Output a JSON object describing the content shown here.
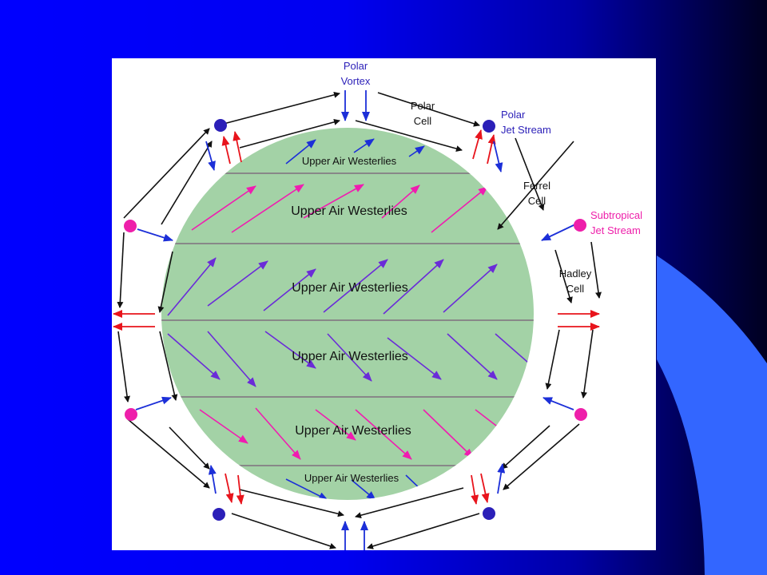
{
  "colors": {
    "background_blue": "#0000ff",
    "background_dark": "#000020",
    "accent_light_blue": "#3366ff",
    "globe_fill": "#a3d2a6",
    "band_line": "#888888",
    "polar_color": "#2b1fb8",
    "subtropical_color": "#ee1faa",
    "red_arrow": "#e8141c",
    "blue_arrow": "#1c2fd8",
    "violet_arrow": "#6a2bd8",
    "magenta_arrow": "#f01cb0",
    "cell_arrow": "#111111"
  },
  "labels": {
    "polar_vortex_line1": "Polar",
    "polar_vortex_line2": "Vortex",
    "polar_cell_line1": "Polar",
    "polar_cell_line2": "Cell",
    "polar_jet_line1": "Polar",
    "polar_jet_line2": "Jet Stream",
    "ferrel_cell_line1": "Ferrel",
    "ferrel_cell_line2": "Cell",
    "subtropical_jet_line1": "Subtropical",
    "subtropical_jet_line2": "Jet Stream",
    "hadley_cell_line1": "Hadley",
    "hadley_cell_line2": "Cell"
  },
  "bands": [
    "Upper Air Westerlies",
    "Upper Air Westerlies",
    "Upper Air Westerlies",
    "Upper Air Westerlies",
    "Upper Air Westerlies",
    "Upper Air Westerlies"
  ]
}
